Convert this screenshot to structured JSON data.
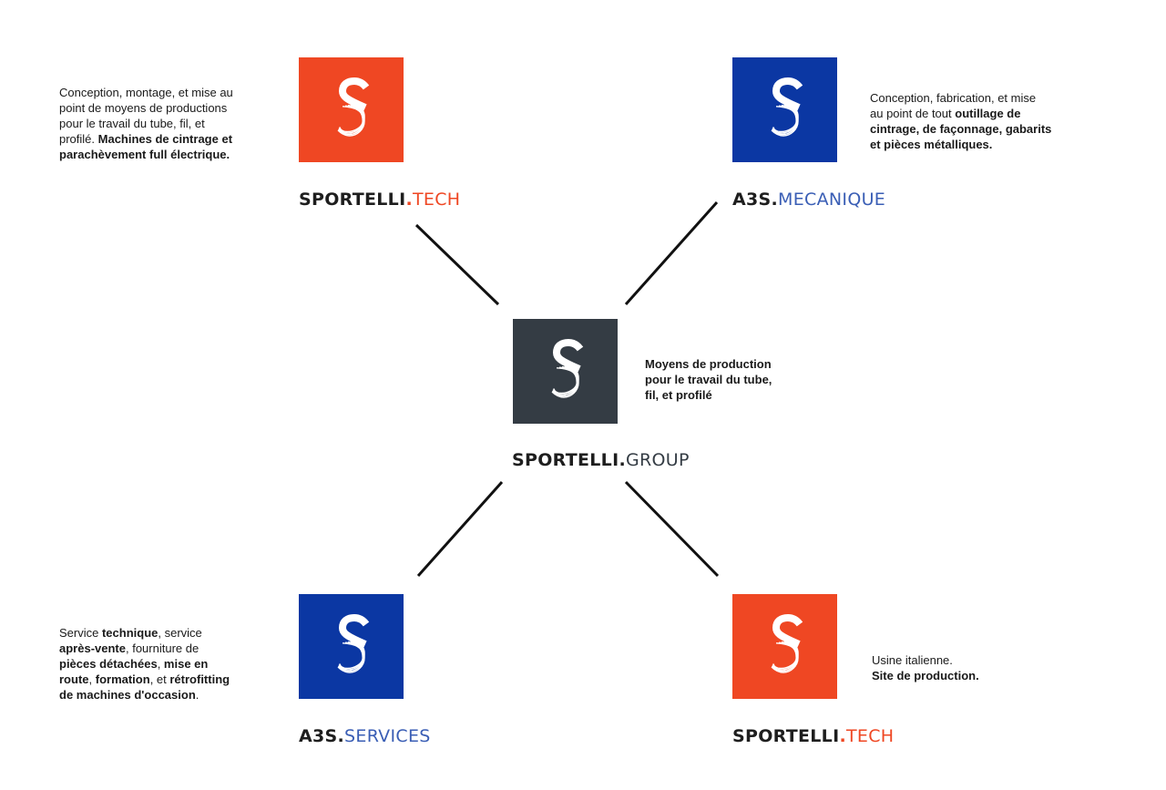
{
  "colors": {
    "orange": "#ef4723",
    "blue": "#0b37a3",
    "slate": "#343c44",
    "text_blue": "#3a5eb5",
    "line": "#111111"
  },
  "icon": "stylized-s-logo-icon",
  "group": {
    "name_bold": "SPORTELLI",
    "name_dot": ".",
    "name_light": "GROUP",
    "desc": [
      {
        "text": "Moyens de production",
        "bold": true
      },
      {
        "text": "pour le travail du tube,",
        "bold": true
      },
      {
        "text": "fil, et profilé",
        "bold": true
      }
    ]
  },
  "top_left": {
    "name_bold": "SPORTELLI",
    "name_dot": ".",
    "name_light": "TECH",
    "desc": [
      {
        "text": "Conception, montage, et mise au"
      },
      {
        "text": "point de moyens de productions"
      },
      {
        "text": "pour le travail du tube, fil, et"
      },
      {
        "parts": [
          {
            "text": "profilé. "
          },
          {
            "text": "Machines de cintrage et",
            "bold": true
          }
        ]
      },
      {
        "text": "parachèvement full électrique.",
        "bold": true
      }
    ]
  },
  "top_right": {
    "name_bold": "A3S",
    "name_dot": ".",
    "name_light": "MECANIQUE",
    "desc": [
      {
        "text": "Conception, fabrication, et mise"
      },
      {
        "parts": [
          {
            "text": "au point de tout "
          },
          {
            "text": "outillage de",
            "bold": true
          }
        ]
      },
      {
        "text": "cintrage, de façonnage, gabarits",
        "bold": true
      },
      {
        "text": "et pièces métalliques.",
        "bold": true
      }
    ]
  },
  "bottom_left": {
    "name_bold": "A3S",
    "name_dot": ".",
    "name_light": "SERVICES",
    "desc": [
      {
        "parts": [
          {
            "text": "Service "
          },
          {
            "text": "technique",
            "bold": true
          },
          {
            "text": ", service"
          }
        ]
      },
      {
        "parts": [
          {
            "text": "après-vente",
            "bold": true
          },
          {
            "text": ", fourniture de"
          }
        ]
      },
      {
        "parts": [
          {
            "text": "pièces détachées",
            "bold": true
          },
          {
            "text": ", "
          },
          {
            "text": "mise en",
            "bold": true
          }
        ]
      },
      {
        "parts": [
          {
            "text": "route",
            "bold": true
          },
          {
            "text": ", "
          },
          {
            "text": "formation",
            "bold": true
          },
          {
            "text": ", et "
          },
          {
            "text": "rétrofitting",
            "bold": true
          }
        ]
      },
      {
        "parts": [
          {
            "text": "de machines d'occasion",
            "bold": true
          },
          {
            "text": "."
          }
        ]
      }
    ]
  },
  "bottom_right": {
    "name_bold": "SPORTELLI",
    "name_dot": ".",
    "name_light": "TECH",
    "desc": [
      {
        "text": "Usine italienne."
      },
      {
        "text": "Site de production.",
        "bold": true
      }
    ]
  }
}
